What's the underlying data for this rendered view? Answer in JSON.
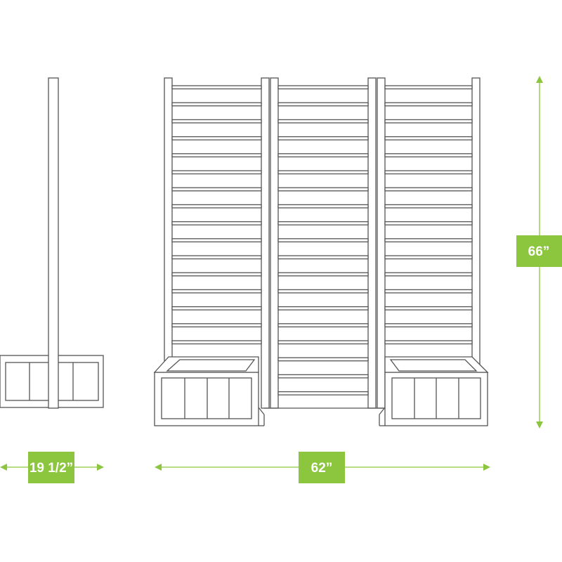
{
  "dimensions": {
    "depth": "19 1/2”",
    "width": "62”",
    "height": "66”"
  },
  "colors": {
    "accent": "#8cc63f",
    "line": "#555555",
    "background": "#ffffff"
  }
}
